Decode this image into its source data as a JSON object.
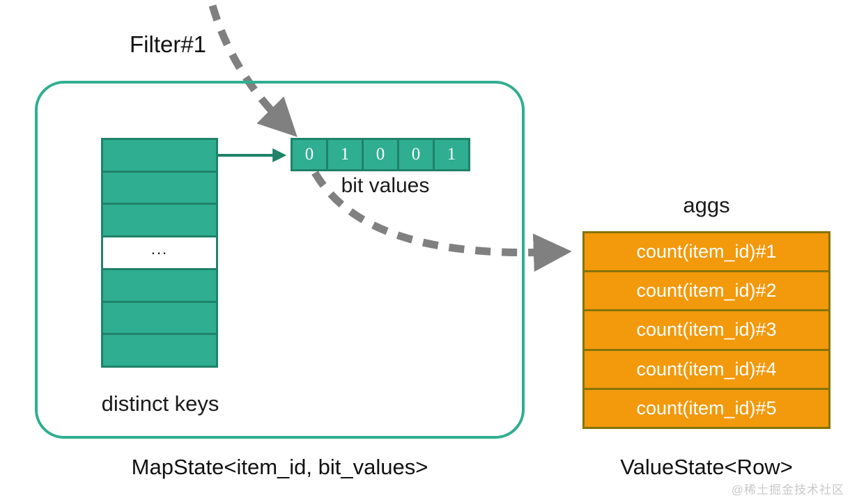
{
  "diagram": {
    "filter_label": "Filter#1",
    "mapstate": {
      "container_caption": "MapState<item_id, bit_values>",
      "keys_caption": "distinct keys",
      "key_cells": [
        "",
        "",
        "",
        "...",
        "",
        "",
        ""
      ],
      "bits_caption": "bit values",
      "bit_values": [
        "0",
        "1",
        "0",
        "0",
        "1"
      ]
    },
    "valuestate": {
      "container_caption": "ValueState<Row>",
      "aggs_caption": "aggs",
      "agg_rows": [
        "count(item_id)#1",
        "count(item_id)#2",
        "count(item_id)#3",
        "count(item_id)#4",
        "count(item_id)#5"
      ]
    },
    "watermark": "@稀土掘金技术社区",
    "colors": {
      "teal_fill": "#2FAE91",
      "teal_border": "#1F8269",
      "orange_fill": "#F2990C",
      "orange_border": "#857408",
      "dashed_arrow": "#808080",
      "text": "#111111"
    },
    "icons": {
      "solid_arrow": "solid-arrow-icon",
      "dashed_arrow": "dashed-curved-arrow-icon"
    }
  }
}
